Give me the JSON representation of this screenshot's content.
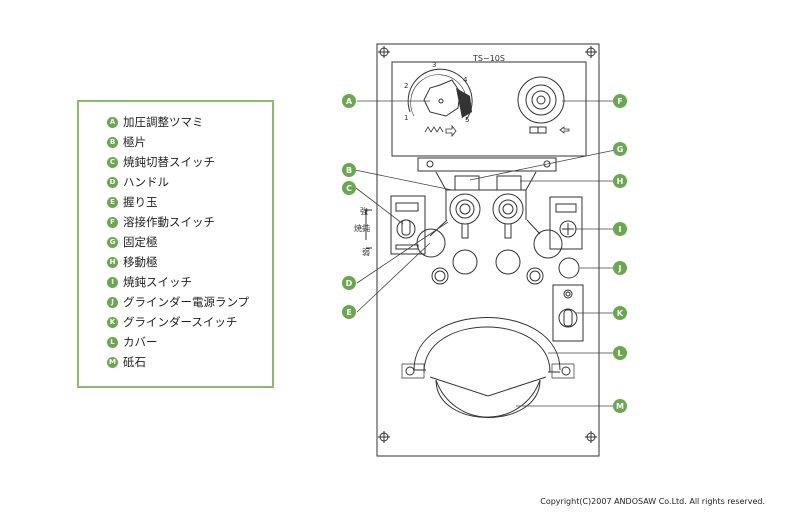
{
  "legend": [
    {
      "letter": "A",
      "text": "加圧調整ツマミ"
    },
    {
      "letter": "B",
      "text": "極片"
    },
    {
      "letter": "C",
      "text": "焼鈍切替スイッチ"
    },
    {
      "letter": "D",
      "text": "ハンドル"
    },
    {
      "letter": "E",
      "text": "握り玉"
    },
    {
      "letter": "F",
      "text": "溶接作動スイッチ"
    },
    {
      "letter": "G",
      "text": "固定極"
    },
    {
      "letter": "H",
      "text": "移動極"
    },
    {
      "letter": "I",
      "text": "焼鈍スイッチ"
    },
    {
      "letter": "J",
      "text": "グラインダー電源ランプ"
    },
    {
      "letter": "K",
      "text": "グラインダースイッチ"
    },
    {
      "letter": "L",
      "text": "カバー"
    },
    {
      "letter": "M",
      "text": "砥石"
    }
  ],
  "diagram": {
    "model": "TS−10S",
    "dial_numbers": [
      "1",
      "2",
      "3",
      "4",
      "5"
    ],
    "label_strong": "強",
    "label_weak": "弱",
    "label_anneal": "焼鈍",
    "callouts": [
      "A",
      "B",
      "C",
      "D",
      "E",
      "F",
      "G",
      "H",
      "I",
      "J",
      "K",
      "L",
      "M"
    ]
  },
  "colors": {
    "accent": "#6aa84f",
    "frame": "#8dbb6c",
    "line": "#333333"
  },
  "copyright": "Copyright(C)2007 ANDOSAW Co.Ltd. All rights reserved."
}
